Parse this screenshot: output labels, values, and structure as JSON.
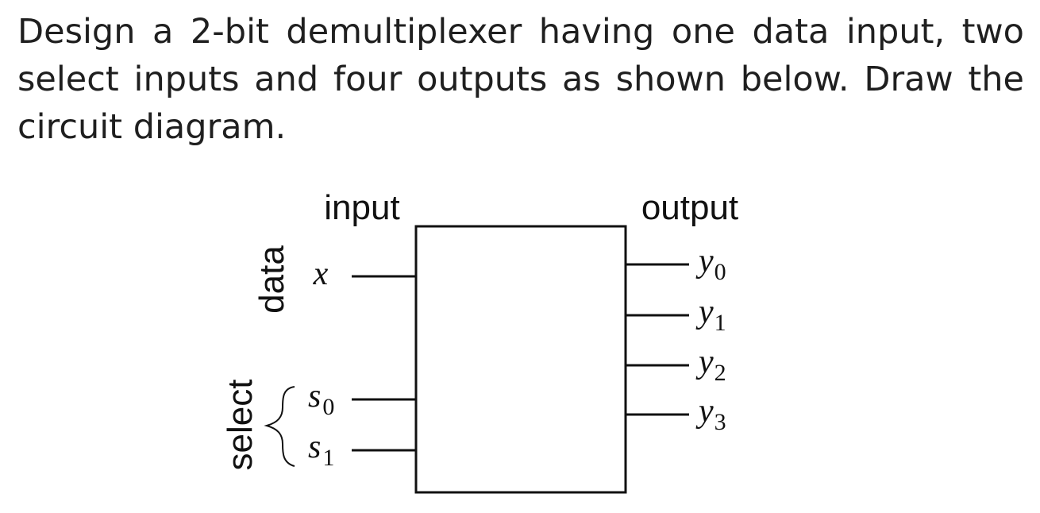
{
  "question": "Design a 2-bit demultiplexer having one data input, two select inputs and four outputs as shown below. Draw the circuit diagram.",
  "diagram": {
    "input_heading": "input",
    "output_heading": "output",
    "data_label": "data",
    "select_label": "select",
    "data_input": {
      "var": "x"
    },
    "select_inputs": [
      {
        "var": "s",
        "sub": "0"
      },
      {
        "var": "s",
        "sub": "1"
      }
    ],
    "outputs": [
      {
        "var": "y",
        "sub": "0"
      },
      {
        "var": "y",
        "sub": "1"
      },
      {
        "var": "y",
        "sub": "2"
      },
      {
        "var": "y",
        "sub": "3"
      }
    ]
  }
}
